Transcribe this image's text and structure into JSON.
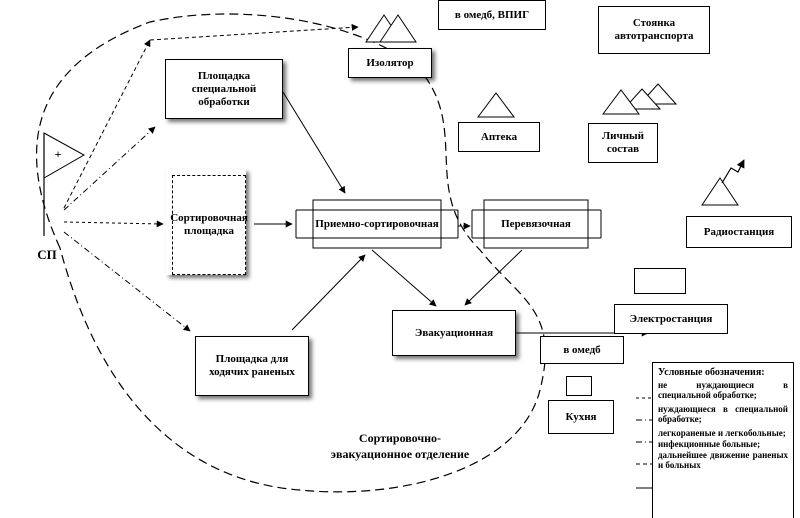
{
  "nodes": {
    "special_treatment": "Площадка специальной обработки",
    "sorting_area": "Сортировочная площадка",
    "reception_sorting": "Приемно-сортировочная",
    "dressing": "Перевязочная",
    "walking_wounded": "Площадка для ходячих раненых",
    "evacuation": "Эвакуационная",
    "isolator": "Изолятор",
    "pharmacy": "Аптека",
    "personnel": "Личный состав",
    "radio_station": "Радиостанция",
    "power_station": "Электростанция",
    "kitchen": "Кухня",
    "parking": "Стоянка автотранспорта",
    "to_omedb_vpig": "в омедб, ВПИГ",
    "to_omedb": "в омедб",
    "sp": "СП",
    "sp_plus": "+",
    "department": "Сортировочно-эвакуационное отделение"
  },
  "legend": {
    "title": "Условные обозначения:",
    "items": [
      "не нуждающиеся в специальной обработке;",
      "нуждающиеся в специальной обработке;",
      "легкораненые и легкобольные;",
      "инфекционные больные;",
      "дальнейшее движение раненых и больных"
    ]
  }
}
